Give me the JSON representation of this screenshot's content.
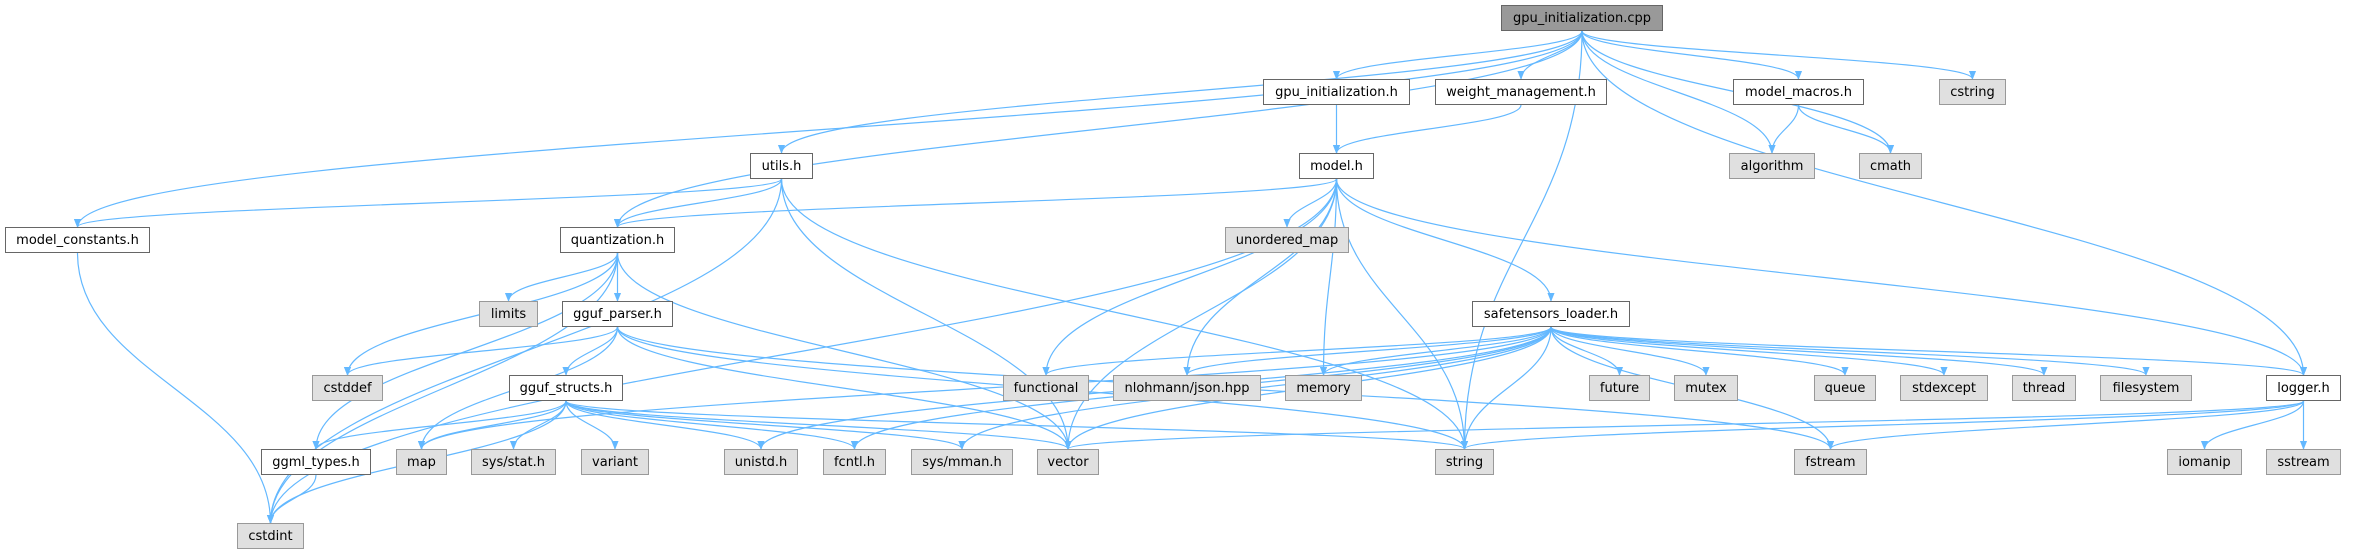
{
  "graph": {
    "edge_color": "#63b8ff",
    "colors": {
      "root_fill": "#999999",
      "header_fill": "#ffffff",
      "system_fill": "#e0e0e0"
    },
    "nodes": [
      {
        "id": "cpp",
        "label": "gpu_initialization.cpp",
        "kind": "root"
      },
      {
        "id": "gpuh",
        "label": "gpu_initialization.h",
        "kind": "header"
      },
      {
        "id": "wm",
        "label": "weight_management.h",
        "kind": "header"
      },
      {
        "id": "mm",
        "label": "model_macros.h",
        "kind": "header"
      },
      {
        "id": "cstring",
        "label": "cstring",
        "kind": "system"
      },
      {
        "id": "utils",
        "label": "utils.h",
        "kind": "header"
      },
      {
        "id": "model",
        "label": "model.h",
        "kind": "header"
      },
      {
        "id": "algorithm",
        "label": "algorithm",
        "kind": "system"
      },
      {
        "id": "cmath",
        "label": "cmath",
        "kind": "system"
      },
      {
        "id": "mc",
        "label": "model_constants.h",
        "kind": "header"
      },
      {
        "id": "quant",
        "label": "quantization.h",
        "kind": "header"
      },
      {
        "id": "umap",
        "label": "unordered_map",
        "kind": "system"
      },
      {
        "id": "limits",
        "label": "limits",
        "kind": "system"
      },
      {
        "id": "gp",
        "label": "gguf_parser.h",
        "kind": "header"
      },
      {
        "id": "st",
        "label": "safetensors_loader.h",
        "kind": "header"
      },
      {
        "id": "cstddef",
        "label": "cstddef",
        "kind": "system"
      },
      {
        "id": "gs",
        "label": "gguf_structs.h",
        "kind": "header"
      },
      {
        "id": "functional",
        "label": "functional",
        "kind": "system"
      },
      {
        "id": "json",
        "label": "nlohmann/json.hpp",
        "kind": "system"
      },
      {
        "id": "memory",
        "label": "memory",
        "kind": "system"
      },
      {
        "id": "future",
        "label": "future",
        "kind": "system"
      },
      {
        "id": "mutex",
        "label": "mutex",
        "kind": "system"
      },
      {
        "id": "queue",
        "label": "queue",
        "kind": "system"
      },
      {
        "id": "stdexcept",
        "label": "stdexcept",
        "kind": "system"
      },
      {
        "id": "thread",
        "label": "thread",
        "kind": "system"
      },
      {
        "id": "filesystem",
        "label": "filesystem",
        "kind": "system"
      },
      {
        "id": "logger",
        "label": "logger.h",
        "kind": "header"
      },
      {
        "id": "ggml",
        "label": "ggml_types.h",
        "kind": "header"
      },
      {
        "id": "map",
        "label": "map",
        "kind": "system"
      },
      {
        "id": "sysstat",
        "label": "sys/stat.h",
        "kind": "system"
      },
      {
        "id": "variant",
        "label": "variant",
        "kind": "system"
      },
      {
        "id": "unistd",
        "label": "unistd.h",
        "kind": "system"
      },
      {
        "id": "fcntl",
        "label": "fcntl.h",
        "kind": "system"
      },
      {
        "id": "mman",
        "label": "sys/mman.h",
        "kind": "system"
      },
      {
        "id": "vector",
        "label": "vector",
        "kind": "system"
      },
      {
        "id": "string",
        "label": "string",
        "kind": "system"
      },
      {
        "id": "fstream",
        "label": "fstream",
        "kind": "system"
      },
      {
        "id": "iomanip",
        "label": "iomanip",
        "kind": "system"
      },
      {
        "id": "sstream",
        "label": "sstream",
        "kind": "system"
      },
      {
        "id": "cstdint",
        "label": "cstdint",
        "kind": "system"
      }
    ],
    "edges": [
      [
        "cpp",
        "gpuh"
      ],
      [
        "cpp",
        "wm"
      ],
      [
        "cpp",
        "mm"
      ],
      [
        "cpp",
        "cstring"
      ],
      [
        "cpp",
        "algorithm"
      ],
      [
        "cpp",
        "cmath"
      ],
      [
        "cpp",
        "utils"
      ],
      [
        "cpp",
        "quant"
      ],
      [
        "cpp",
        "mc"
      ],
      [
        "cpp",
        "logger"
      ],
      [
        "cpp",
        "string"
      ],
      [
        "gpuh",
        "model"
      ],
      [
        "wm",
        "model"
      ],
      [
        "mm",
        "algorithm"
      ],
      [
        "mm",
        "cmath"
      ],
      [
        "utils",
        "mc"
      ],
      [
        "utils",
        "quant"
      ],
      [
        "utils",
        "cstdint"
      ],
      [
        "utils",
        "vector"
      ],
      [
        "utils",
        "string"
      ],
      [
        "model",
        "quant"
      ],
      [
        "model",
        "umap"
      ],
      [
        "model",
        "functional"
      ],
      [
        "model",
        "json"
      ],
      [
        "model",
        "memory"
      ],
      [
        "model",
        "st"
      ],
      [
        "model",
        "vector"
      ],
      [
        "model",
        "logger"
      ],
      [
        "model",
        "cstdint"
      ],
      [
        "model",
        "string"
      ],
      [
        "mc",
        "cstdint"
      ],
      [
        "quant",
        "limits"
      ],
      [
        "quant",
        "gp"
      ],
      [
        "quant",
        "cstddef"
      ],
      [
        "quant",
        "ggml"
      ],
      [
        "quant",
        "cstdint"
      ],
      [
        "quant",
        "vector"
      ],
      [
        "gp",
        "cstddef"
      ],
      [
        "gp",
        "gs"
      ],
      [
        "gp",
        "map"
      ],
      [
        "gp",
        "vector"
      ],
      [
        "gp",
        "string"
      ],
      [
        "gp",
        "fstream"
      ],
      [
        "gs",
        "ggml"
      ],
      [
        "gs",
        "map"
      ],
      [
        "gs",
        "sysstat"
      ],
      [
        "gs",
        "variant"
      ],
      [
        "gs",
        "unistd"
      ],
      [
        "gs",
        "cstdint"
      ],
      [
        "gs",
        "fcntl"
      ],
      [
        "gs",
        "mman"
      ],
      [
        "gs",
        "vector"
      ],
      [
        "gs",
        "string"
      ],
      [
        "ggml",
        "cstdint"
      ],
      [
        "st",
        "map"
      ],
      [
        "st",
        "functional"
      ],
      [
        "st",
        "json"
      ],
      [
        "st",
        "memory"
      ],
      [
        "st",
        "future"
      ],
      [
        "st",
        "mutex"
      ],
      [
        "st",
        "queue"
      ],
      [
        "st",
        "stdexcept"
      ],
      [
        "st",
        "thread"
      ],
      [
        "st",
        "filesystem"
      ],
      [
        "st",
        "logger"
      ],
      [
        "st",
        "unistd"
      ],
      [
        "st",
        "fcntl"
      ],
      [
        "st",
        "mman"
      ],
      [
        "st",
        "vector"
      ],
      [
        "st",
        "string"
      ],
      [
        "st",
        "fstream"
      ],
      [
        "logger",
        "string"
      ],
      [
        "logger",
        "vector"
      ],
      [
        "logger",
        "fstream"
      ],
      [
        "logger",
        "iomanip"
      ],
      [
        "logger",
        "sstream"
      ]
    ]
  }
}
